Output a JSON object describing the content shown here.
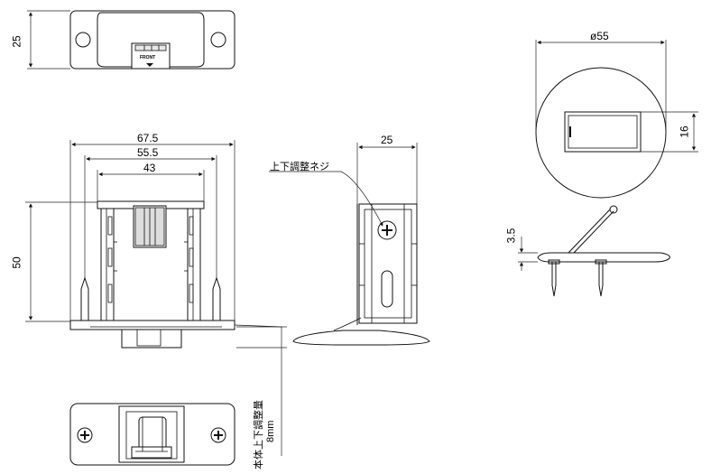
{
  "top_view": {
    "height_dim": "25",
    "front_label": "FRONT"
  },
  "front_view": {
    "width_outer": "67.5",
    "width_mid": "55.5",
    "width_inner": "43",
    "height": "50"
  },
  "side_view": {
    "width": "25",
    "screw_label": "上下調整ネジ"
  },
  "round_view": {
    "diameter": "ø55",
    "side_dim": "16",
    "thickness_dim": "3.5"
  },
  "adjust_note": {
    "label": "本体上下調整量",
    "value": "8mm"
  }
}
